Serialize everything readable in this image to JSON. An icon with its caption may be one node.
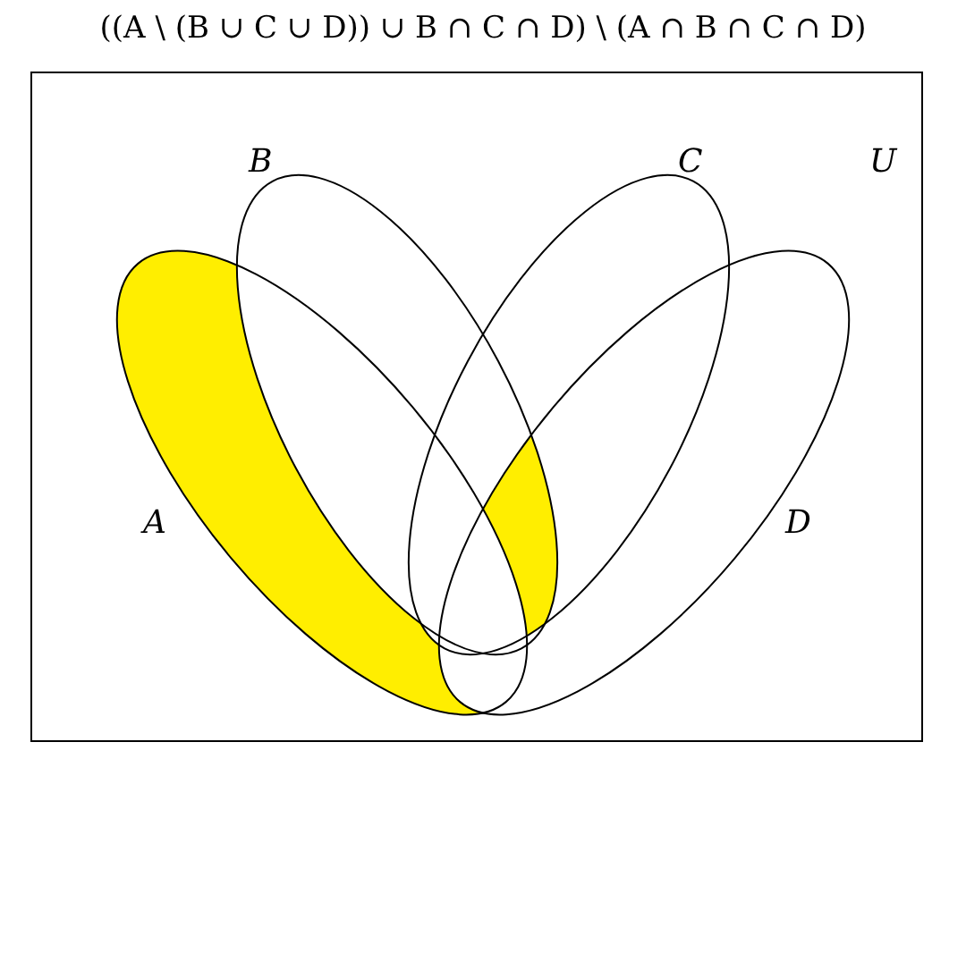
{
  "diagram": {
    "title": "((A \\ (B ∪ C ∪ D)) ∪ B ∩ C ∩ D) \\ (A ∩ B ∩ C ∩ D)",
    "nodes": [
      {
        "text": [
          "U"
        ]
      },
      {
        "text": [
          "A"
        ],
        "in": 0
      },
      {
        "text": [
          "B"
        ],
        "in": 0
      },
      {
        "text": [
          "C"
        ],
        "in": 0
      },
      {
        "text": [
          "D"
        ],
        "in": 0
      }
    ]
  }
}
